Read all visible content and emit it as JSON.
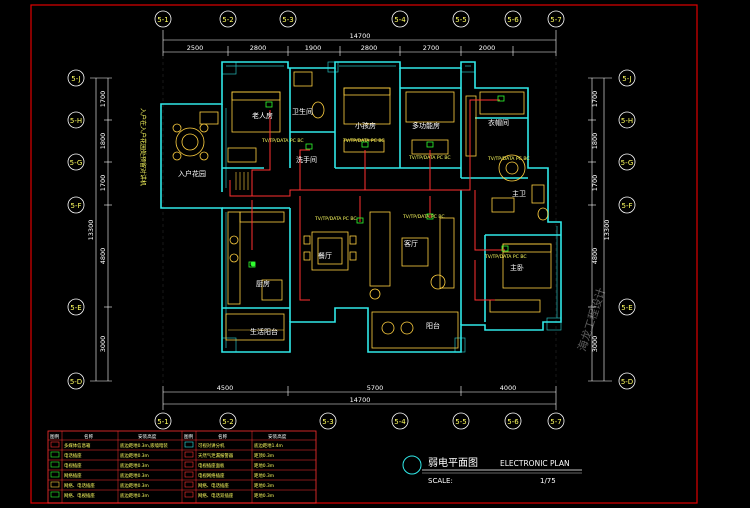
{
  "drawing": {
    "title_cn": "弱电平面图",
    "title_en": "ELECTRONIC PLAN",
    "scale_label": "SCALE:",
    "scale_value": "1/75",
    "watermark": "海龙工程设计"
  },
  "grid": {
    "top_axes": [
      "5-1",
      "5-2",
      "5-3",
      "5-4",
      "5-5",
      "5-6",
      "5-7"
    ],
    "bottom_axes": [
      "5-1",
      "5-2",
      "5-3",
      "5-4",
      "5-5",
      "5-6",
      "5-7"
    ],
    "left_axes": [
      "5-J",
      "5-H",
      "5-G",
      "5-F",
      "5-E",
      "5-D"
    ],
    "right_axes": [
      "5-J",
      "5-H",
      "5-G",
      "5-F",
      "5-E",
      "5-D"
    ]
  },
  "dimensions": {
    "top_total": "14700",
    "top_segments": [
      "2500",
      "2800",
      "1900",
      "2800",
      "2700",
      "2000"
    ],
    "bottom_total": "14700",
    "bottom_segments": [
      "4500",
      "5700",
      "4000"
    ],
    "left_total": "13300",
    "left_segments": [
      "1700",
      "1800",
      "1700",
      "4800",
      "3000"
    ],
    "right_total": "13300",
    "right_segments": [
      "1700",
      "1800",
      "1700",
      "4800",
      "3000"
    ]
  },
  "rooms": {
    "elder_room": "老人房",
    "bath": "卫生间",
    "small_room": "小孩房",
    "multi_room": "多功能房",
    "cloak": "衣帽间",
    "wash": "洗手间",
    "entry_garden": "入户花园",
    "dining": "餐厅",
    "living": "客厅",
    "kitchen": "厨房",
    "master_bath": "主卫",
    "master_bed": "主卧",
    "service_balcony": "生活阳台",
    "balcony": "阳台",
    "vertical_note": "入户在入户花园处预留对讲机"
  },
  "annotations": [
    "TV/TP/DATA PC BC",
    "TV/TP/DATA PC BC",
    "TV/TP/DATA PC BC",
    "TV/TP/DATA PC BC",
    "TV/TP/DATA PC BC",
    "TV/TP/DATA PC BC",
    "TV/TP/DATA PC BC"
  ],
  "legend": {
    "headers": [
      "图例",
      "名称",
      "安装高度",
      "图例",
      "名称",
      "安装高度"
    ],
    "rows": [
      [
        "多媒体信息箱",
        "底边距地0.3m,嵌墙暗装",
        "可视对讲分机",
        "底边距地1.4m"
      ],
      [
        "电话插座",
        "底边距地0.3m",
        "天然气泄漏报警器",
        "距顶0.3m"
      ],
      [
        "电视插座",
        "底边距地0.3m",
        "电视插座面板",
        "距地0.3m"
      ],
      [
        "网络插座",
        "底边距地0.3m",
        "电视网络插座",
        "距地0.3m"
      ],
      [
        "网络、电话插座",
        "底边距地0.3m",
        "网络、电话插座",
        "距地0.3m"
      ],
      [
        "网络、电视插座",
        "底边距地0.3m",
        "网络、电话双插座",
        "距地0.3m"
      ]
    ]
  },
  "colors": {
    "background": "#000000",
    "frame": "#e00000",
    "wall": "#30e8e8",
    "dimension": "#ffffff",
    "wiring": "#ff3030",
    "furniture": "#ffd040",
    "text": "#ffff60",
    "green": "#30ff30"
  }
}
